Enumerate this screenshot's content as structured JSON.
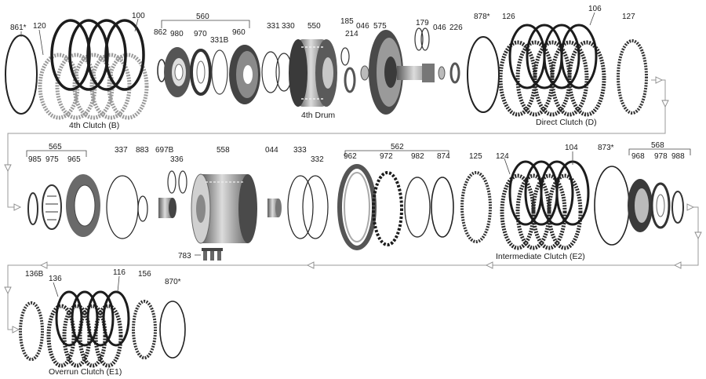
{
  "title": "",
  "part_numbers": {
    "p861s": "861*",
    "p120": "120",
    "p100": "100",
    "p560": "560",
    "p862": "862",
    "p980": "980",
    "p970": "970",
    "p331b": "331B",
    "p960": "960",
    "p331": "331",
    "p330": "330",
    "p550": "550",
    "p185": "185",
    "p214": "214",
    "p046a": "046",
    "p575": "575",
    "p179": "179",
    "p046b": "046",
    "p226": "226",
    "p878s": "878*",
    "p126": "126",
    "p106": "106",
    "p127": "127",
    "p565": "565",
    "p985": "985",
    "p975": "975",
    "p965": "965",
    "p337": "337",
    "p883": "883",
    "p697b": "697B",
    "p336": "336",
    "p558": "558",
    "p044": "044",
    "p333": "333",
    "p332": "332",
    "p562": "562",
    "p962": "962",
    "p972": "972",
    "p982": "982",
    "p874": "874",
    "p125": "125",
    "p124": "124",
    "p104": "104",
    "p873s": "873*",
    "p568": "568",
    "p968": "968",
    "p978": "978",
    "p988": "988",
    "p783": "783",
    "p136b": "136B",
    "p136": "136",
    "p116": "116",
    "p156": "156",
    "p870s": "870*"
  },
  "captions": {
    "clutch_4th": "4th Clutch (B)",
    "drum_4th": "4th Drum",
    "direct_clutch": "Direct Clutch (D)",
    "intermediate_clutch": "Intermediate Clutch (E2)",
    "overrun_clutch": "Overrun Clutch (E1)"
  },
  "colors": {
    "steel": "#1c1c1c",
    "friction": "#9a9a9a",
    "metal_dark": "#3a3a3a",
    "metal_light": "#bdbdbd",
    "flow_line": "#9a9a9a"
  }
}
